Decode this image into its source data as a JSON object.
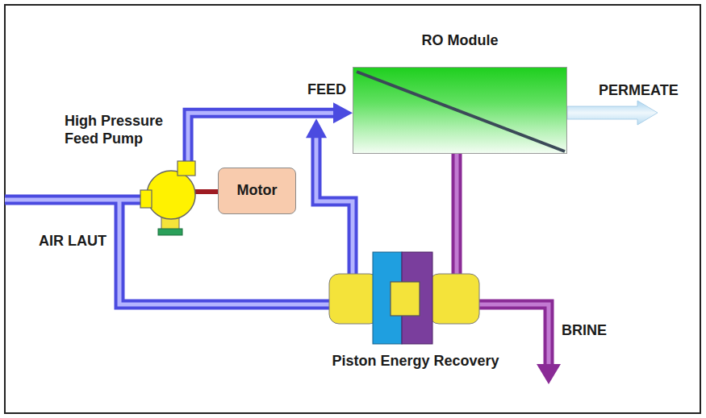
{
  "diagram": {
    "nodes": [
      {
        "text": [
          "RO Module"
        ]
      },
      {
        "text": [
          "High Pressure Feed Pump"
        ]
      },
      {
        "text": [
          "Motor"
        ]
      },
      {
        "text": [
          "Piston Energy Recovery"
        ]
      }
    ],
    "edges": [
      {
        "from": 1,
        "to": 0,
        "arrow": "to",
        "label": "FEED"
      },
      {
        "from": 3,
        "to": 0,
        "arrow": "to"
      },
      {
        "from": 0,
        "to": 3,
        "arrow": "none"
      },
      {
        "from": 1,
        "to": 2,
        "arrow": "none"
      }
    ],
    "labels": [
      "PERMEATE",
      "AIR LAUT",
      "BRINE"
    ]
  }
}
